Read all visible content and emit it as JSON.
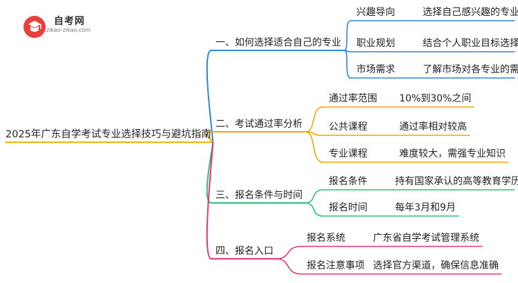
{
  "logo": {
    "name": "自考网",
    "url": "zikao-zikao.com",
    "colors": {
      "red": "#e8413c",
      "blue": "#2b6fd6"
    }
  },
  "root": {
    "label": "2025年广东自学考试专业选择技巧与避坑指南",
    "color": "#f0b400"
  },
  "branches": [
    {
      "label": "一、如何选择适合自己的专业",
      "color": "#2e86de",
      "children": [
        {
          "label": "兴趣导向",
          "detail": "选择自己感兴趣的专业"
        },
        {
          "label": "职业规划",
          "detail": "结合个人职业目标选择专业"
        },
        {
          "label": "市场需求",
          "detail": "了解市场对各专业的需求"
        }
      ]
    },
    {
      "label": "二、考试通过率分析",
      "color": "#f0a500",
      "children": [
        {
          "label": "通过率范围",
          "detail": "10%到30%之间"
        },
        {
          "label": "公共课程",
          "detail": "通过率相对较高"
        },
        {
          "label": "专业课程",
          "detail": "难度较大，需强专业知识"
        }
      ]
    },
    {
      "label": "三、报名条件与时间",
      "color": "#27c07a",
      "children": [
        {
          "label": "报名条件",
          "detail": "持有国家承认的高等教育学历"
        },
        {
          "label": "报名时间",
          "detail": "每年3月和9月"
        }
      ]
    },
    {
      "label": "四、报名入口",
      "color": "#e6337a",
      "children": [
        {
          "label": "报名系统",
          "detail": "广东省自学考试管理系统"
        },
        {
          "label": "报名注意事项",
          "detail": "选择官方渠道，确保信息准确"
        }
      ]
    }
  ]
}
